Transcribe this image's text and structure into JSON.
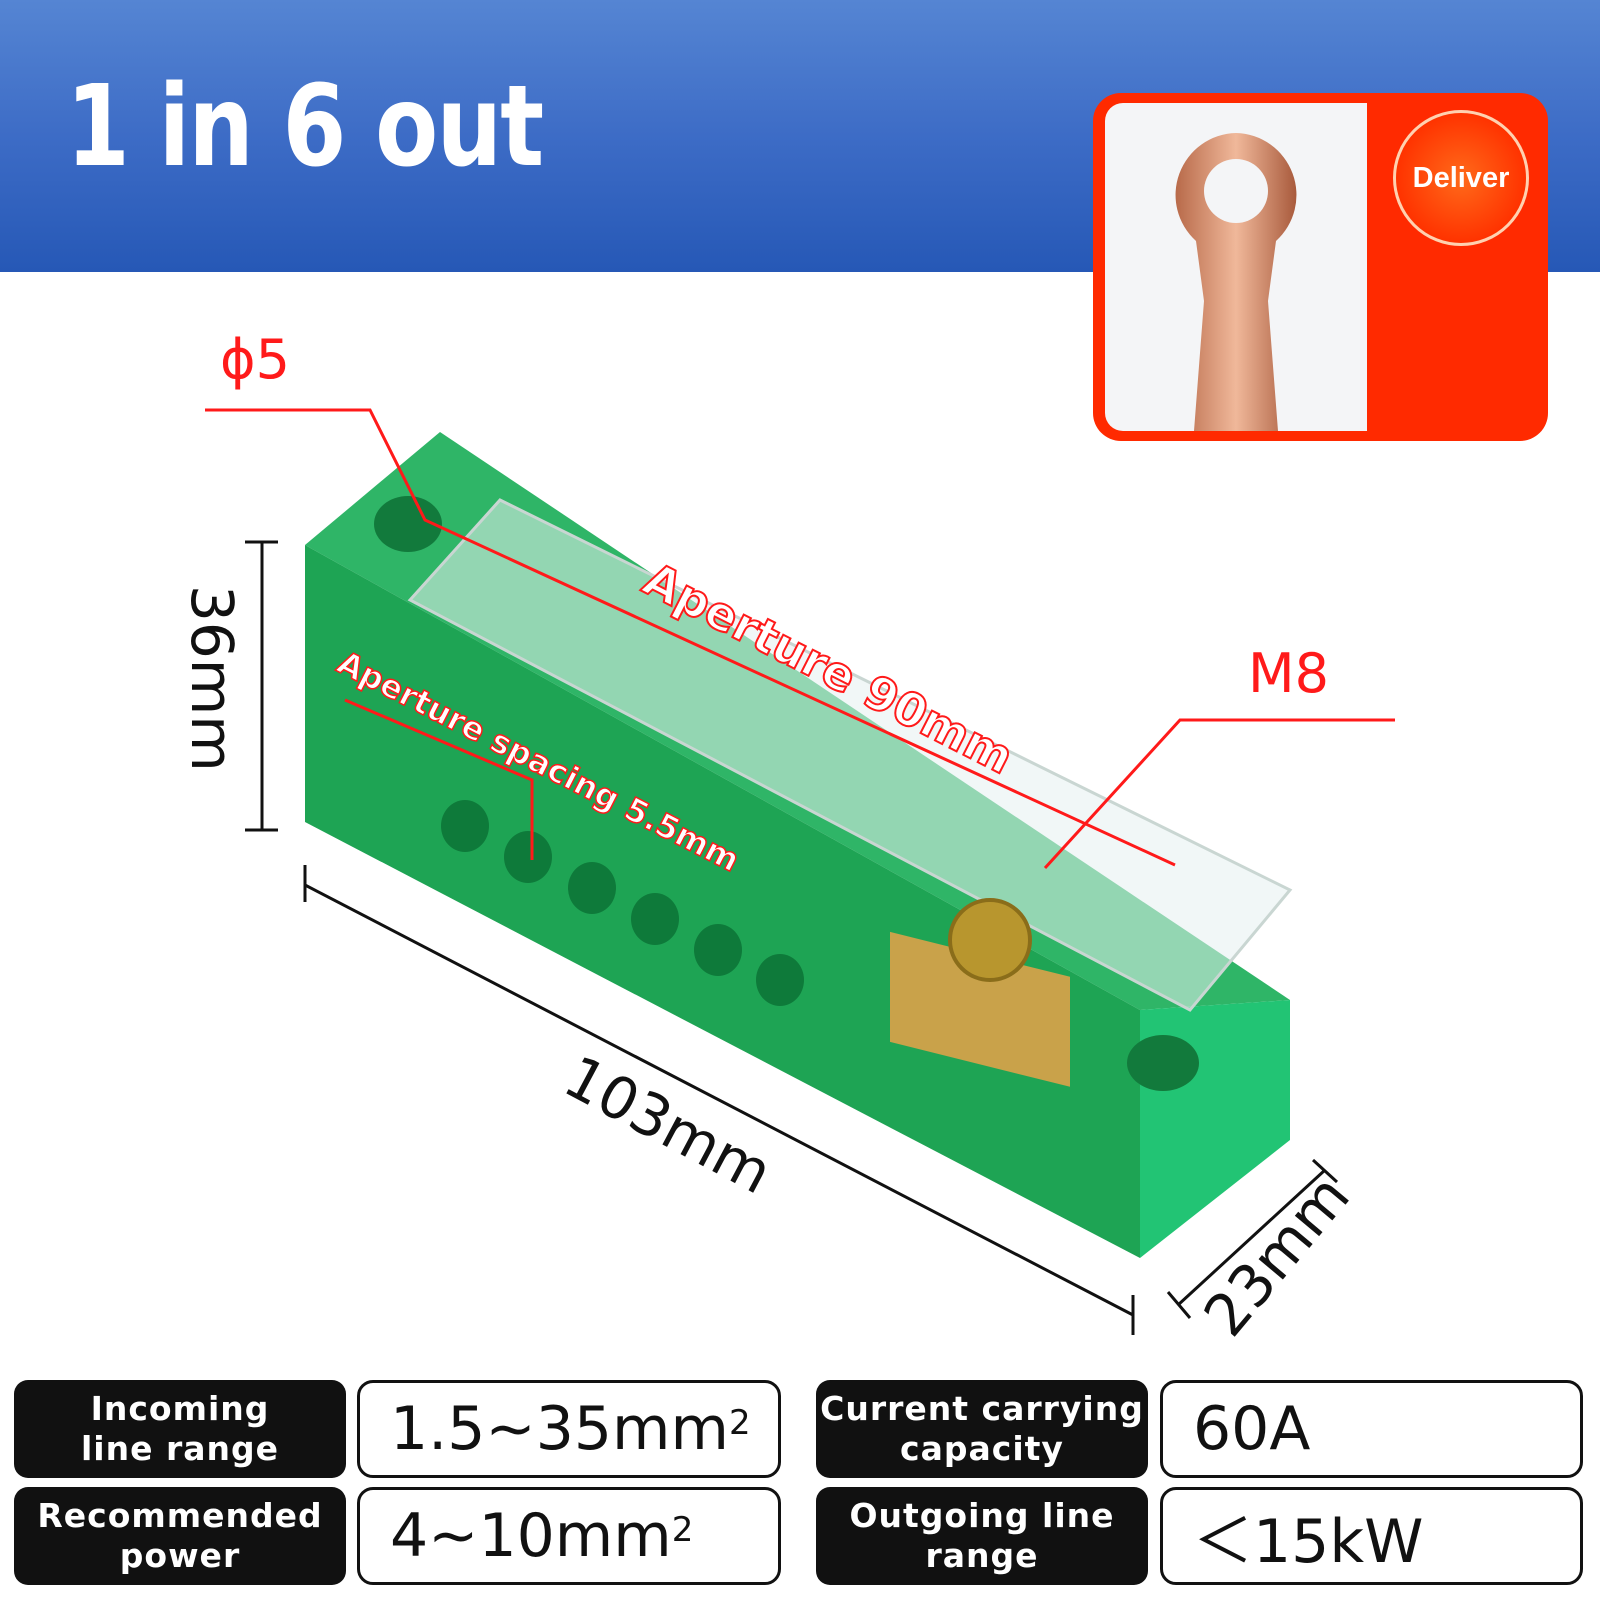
{
  "header": {
    "title": "1 in 6 out"
  },
  "promo": {
    "badge": "Deliver",
    "accent": "#ff2a00"
  },
  "annotations": {
    "hole_diameter": "ϕ5",
    "bolt": "M8",
    "aperture_length": "Aperture 90mm",
    "aperture_spacing": "Aperture spacing 5.5mm",
    "height": "36mm",
    "length": "103mm",
    "width": "23mm"
  },
  "specs": [
    {
      "label_line1": "Incoming",
      "label_line2": "line range",
      "value": "1.5~35mm",
      "sup": "2"
    },
    {
      "label_line1": "Current carrying",
      "label_line2": "capacity",
      "value": "60A",
      "sup": ""
    },
    {
      "label_line1": "Recommended",
      "label_line2": "power",
      "value": "4~10mm",
      "sup": "2"
    },
    {
      "label_line1": "Outgoing line",
      "label_line2": "range",
      "value": "＜15kW",
      "sup": ""
    }
  ]
}
